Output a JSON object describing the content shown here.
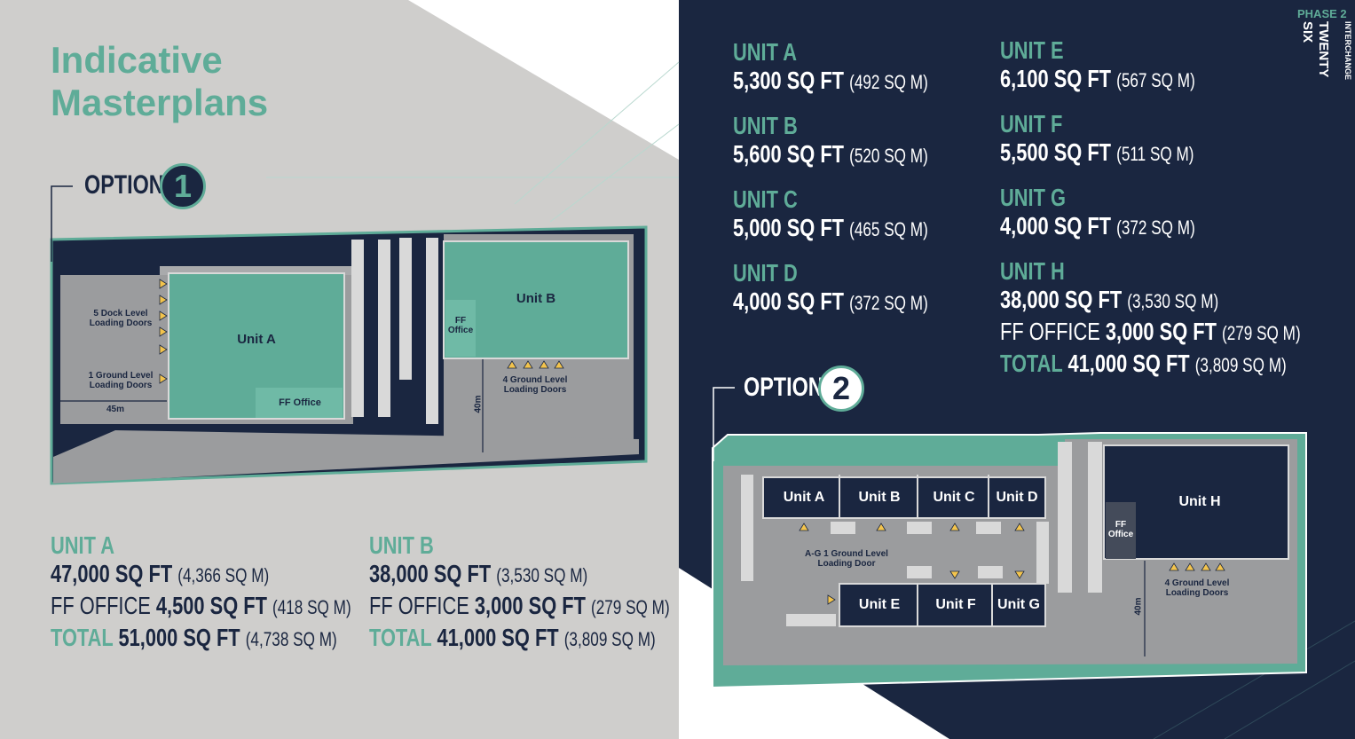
{
  "title_line1": "Indicative",
  "title_line2": "Masterplans",
  "brand": {
    "phase": "PHASE 2",
    "name_line1": "TWENTY",
    "name_line2": "SIX",
    "sub": "INTERCHANGE"
  },
  "option1": {
    "label": "OPTION",
    "number": "1",
    "plan": {
      "unit_a": "Unit A",
      "unit_b": "Unit B",
      "ff_office_a": "FF Office",
      "ff_office_b_line1": "FF",
      "ff_office_b_line2": "Office",
      "dock_doors_line1": "5 Dock Level",
      "dock_doors_line2": "Loading Doors",
      "ground_door_line1": "1 Ground Level",
      "ground_door_line2": "Loading Doors",
      "ground_doors_b_line1": "4 Ground Level",
      "ground_doors_b_line2": "Loading Doors",
      "dim_45m": "45m",
      "dim_40m": "40m"
    },
    "schedule": [
      {
        "name": "UNIT A",
        "area": "47,000 SQ FT",
        "area_m": "(4,366 SQ M)",
        "office_prefix": "FF OFFICE",
        "office": "4,500 SQ FT",
        "office_m": "(418 SQ M)",
        "total_prefix": "TOTAL",
        "total": "51,000 SQ FT",
        "total_m": "(4,738 SQ M)"
      },
      {
        "name": "UNIT B",
        "area": "38,000 SQ FT",
        "area_m": "(3,530 SQ M)",
        "office_prefix": "FF OFFICE",
        "office": "3,000 SQ FT",
        "office_m": "(279 SQ M)",
        "total_prefix": "TOTAL",
        "total": "41,000 SQ FT",
        "total_m": "(3,809 SQ M)"
      }
    ]
  },
  "option2": {
    "label": "OPTION",
    "number": "2",
    "plan": {
      "unit_a": "Unit A",
      "unit_b": "Unit B",
      "unit_c": "Unit C",
      "unit_d": "Unit D",
      "unit_e": "Unit E",
      "unit_f": "Unit F",
      "unit_g": "Unit G",
      "unit_h": "Unit H",
      "ff_office_line1": "FF",
      "ff_office_line2": "Office",
      "ag_doors_line1": "A-G 1 Ground Level",
      "ag_doors_line2": "Loading Door",
      "h_doors_line1": "4 Ground Level",
      "h_doors_line2": "Loading Doors",
      "dim_40m": "40m"
    },
    "schedule_left": [
      {
        "name": "UNIT A",
        "area": "5,300 SQ FT",
        "area_m": "(492 SQ M)"
      },
      {
        "name": "UNIT B",
        "area": "5,600 SQ FT",
        "area_m": "(520 SQ M)"
      },
      {
        "name": "UNIT C",
        "area": "5,000 SQ FT",
        "area_m": "(465 SQ M)"
      },
      {
        "name": "UNIT D",
        "area": "4,000 SQ FT",
        "area_m": "(372 SQ M)"
      }
    ],
    "schedule_right": [
      {
        "name": "UNIT E",
        "area": "6,100 SQ FT",
        "area_m": "(567 SQ M)"
      },
      {
        "name": "UNIT F",
        "area": "5,500 SQ FT",
        "area_m": "(511 SQ M)"
      },
      {
        "name": "UNIT G",
        "area": "4,000 SQ FT",
        "area_m": "(372 SQ M)"
      }
    ],
    "unit_h": {
      "name": "UNIT H",
      "area": "38,000 SQ FT",
      "area_m": "(3,530 SQ M)",
      "office_prefix": "FF OFFICE",
      "office": "3,000 SQ FT",
      "office_m": "(279 SQ M)",
      "total_prefix": "TOTAL",
      "total": "41,000 SQ FT",
      "total_m": "(3,809 SQ M)"
    }
  },
  "colors": {
    "navy": "#1a2640",
    "teal": "#5fac98",
    "grey_bg": "#cfcecc",
    "yard": "#9b9c9e"
  }
}
